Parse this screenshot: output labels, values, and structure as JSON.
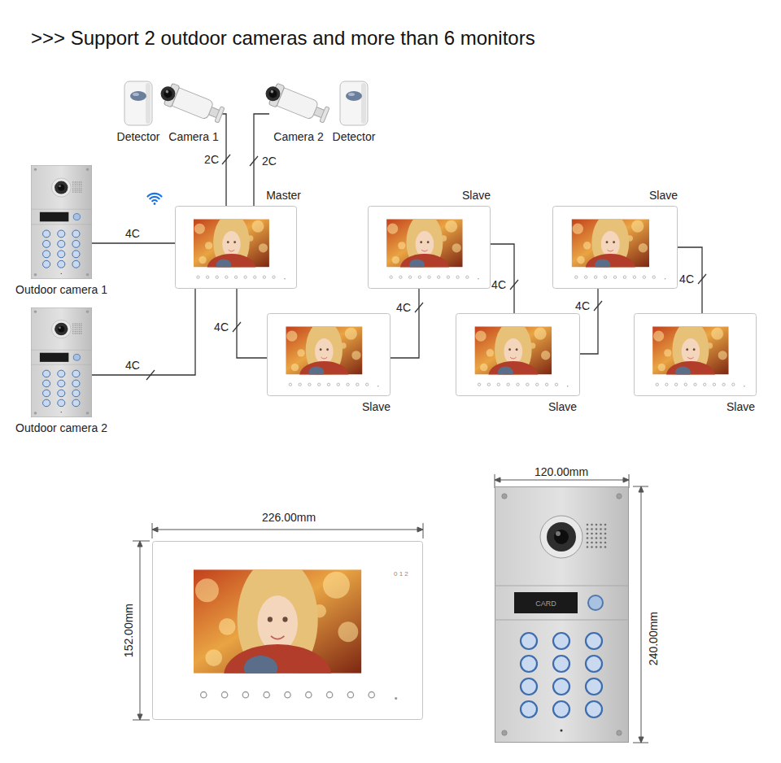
{
  "diagram": {
    "title": ">>> Support 2 outdoor cameras and more than 6 monitors",
    "nodes": [
      {
        "text": [
          "Detector"
        ]
      },
      {
        "text": [
          "Camera 1"
        ]
      },
      {
        "text": [
          "Camera 2"
        ]
      },
      {
        "text": [
          "Detector"
        ]
      },
      {
        "text": [
          "Outdoor camera 1"
        ]
      },
      {
        "text": [
          "Master"
        ]
      },
      {
        "text": [
          "Slave"
        ]
      },
      {
        "text": [
          "Slave"
        ]
      },
      {
        "text": [
          "Slave"
        ]
      },
      {
        "text": [
          "Slave"
        ]
      },
      {
        "text": [
          "Slave"
        ]
      },
      {
        "text": [
          "Outdoor camera 2"
        ]
      }
    ],
    "edges": [
      {
        "from": 1,
        "to": 5,
        "label": "2C",
        "arrow": "none"
      },
      {
        "from": 2,
        "to": 5,
        "label": "2C",
        "arrow": "none"
      },
      {
        "from": 4,
        "to": 5,
        "label": "4C",
        "arrow": "none"
      },
      {
        "from": 11,
        "to": 5,
        "label": "4C",
        "arrow": "none"
      },
      {
        "from": 5,
        "to": 8,
        "label": "4C",
        "arrow": "none"
      },
      {
        "from": 8,
        "to": 6,
        "label": "4C",
        "arrow": "none"
      },
      {
        "from": 6,
        "to": 9,
        "label": "4C",
        "arrow": "none"
      },
      {
        "from": 9,
        "to": 7,
        "label": "4C",
        "arrow": "none"
      },
      {
        "from": 7,
        "to": 10,
        "label": "4C",
        "arrow": "none"
      }
    ],
    "labels": [
      "226.00mm",
      "152.00mm",
      "0 1 2",
      "120.00mm",
      "240.00mm",
      "CARD"
    ]
  }
}
